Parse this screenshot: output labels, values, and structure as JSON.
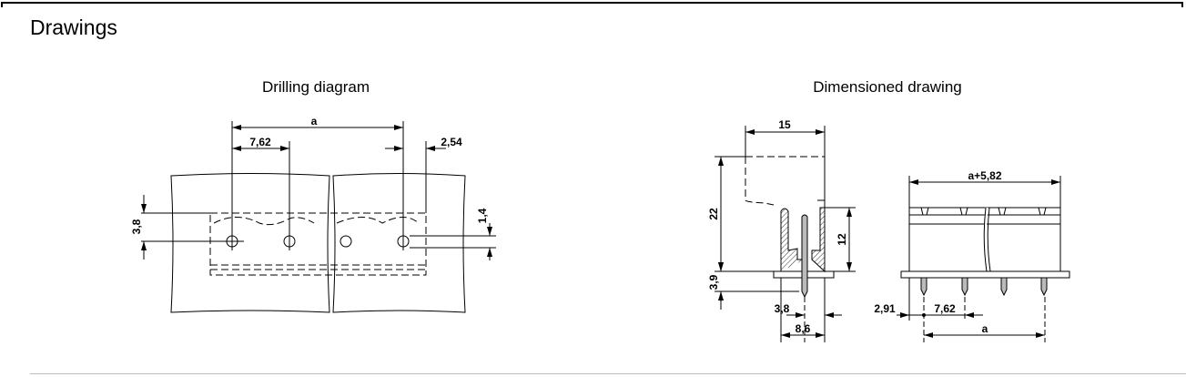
{
  "section_title": "Drawings",
  "drilling": {
    "title": "Drilling diagram",
    "dims": {
      "a": "a",
      "pitch": "7,62",
      "offset": "2,54",
      "row": "3,8",
      "hole": "1,4"
    }
  },
  "dimensioned": {
    "title": "Dimensioned drawing",
    "dims": {
      "depth": "15",
      "height": "22",
      "socket": "12",
      "pin": "3,9",
      "pin_pos": "3,8",
      "base": "8,6",
      "width": "a+5,82",
      "edge": "2,91",
      "pitch": "7,62",
      "a": "a"
    }
  }
}
